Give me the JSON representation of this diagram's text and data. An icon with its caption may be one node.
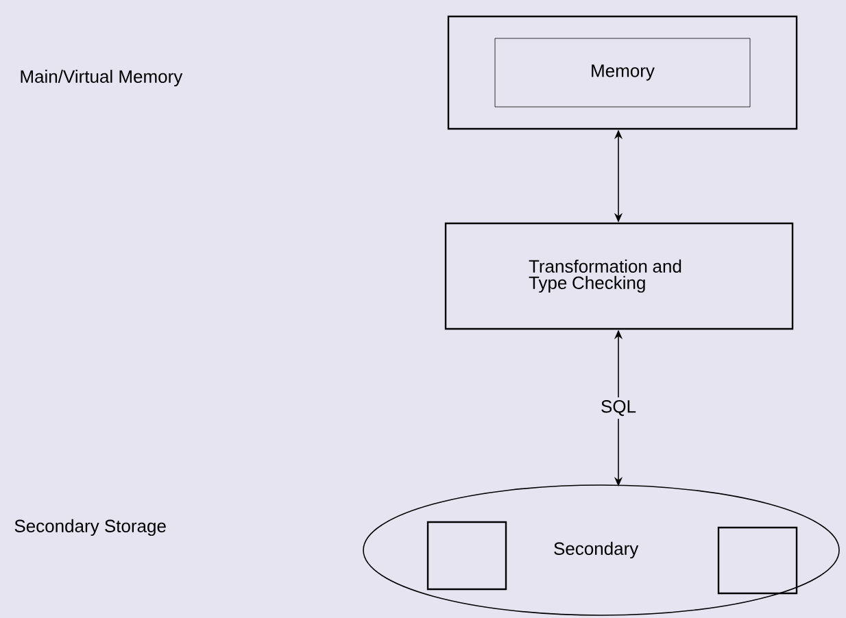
{
  "diagram": {
    "nodes": [
      {
        "text": [],
        "shape": "box"
      },
      {
        "text": [
          "Memory"
        ],
        "in": 0
      },
      {
        "text": [
          "Transformation and Type Checking"
        ]
      },
      {
        "text": [
          "Secondary"
        ]
      },
      {
        "text": [],
        "shape": "box",
        "in": 3
      },
      {
        "text": [],
        "shape": "box",
        "in": 3
      }
    ],
    "edges": [
      {
        "from": 0,
        "to": 2,
        "arrow": "both"
      },
      {
        "from": 2,
        "to": 3,
        "arrow": "both",
        "label": "SQL"
      }
    ],
    "labels": [
      "Main/Virtual Memory",
      "Secondary Storage"
    ]
  }
}
